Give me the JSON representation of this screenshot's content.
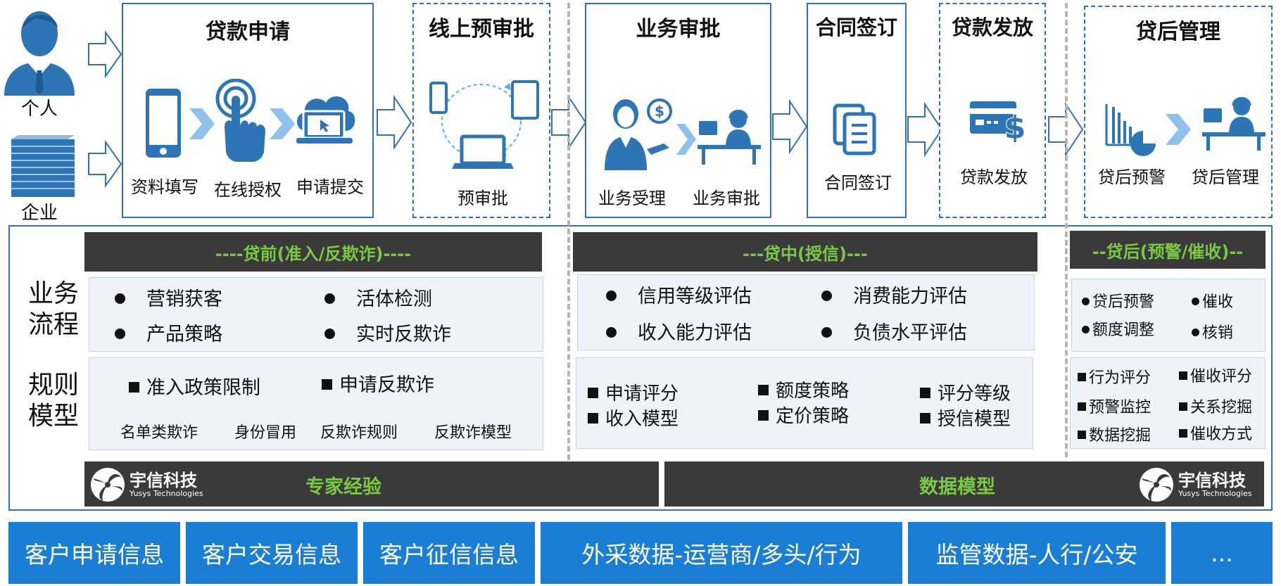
{
  "customers": {
    "individual": "个人",
    "enterprise": "企业"
  },
  "stages": [
    {
      "title": "贷款申请",
      "steps": [
        "资料填写",
        "在线授权",
        "申请提交"
      ]
    },
    {
      "title": "线上预审批",
      "steps": [
        "预审批"
      ]
    },
    {
      "title": "业务审批",
      "steps": [
        "业务受理",
        "业务审批"
      ]
    },
    {
      "title": "合同签订",
      "steps": [
        "合同签订"
      ]
    },
    {
      "title": "贷款发放",
      "steps": [
        "贷款发放"
      ]
    },
    {
      "title": "贷后管理",
      "steps": [
        "贷后预警",
        "贷后管理"
      ]
    }
  ],
  "row_labels": {
    "process": [
      "业务",
      "流程"
    ],
    "rules": [
      "规则",
      "模型"
    ]
  },
  "pre_loan": {
    "header": "----贷前(准入/反欺诈)----",
    "process": [
      "营销获客",
      "活体检测",
      "产品策略",
      "实时反欺诈"
    ],
    "rules_main": [
      "准入政策限制",
      "申请反欺诈"
    ],
    "rules_sub": [
      "名单类欺诈",
      "身份冒用",
      "反欺诈规则",
      "反欺诈模型"
    ]
  },
  "mid_loan": {
    "header": "---贷中(授信)---",
    "process": [
      "信用等级评估",
      "消费能力评估",
      "收入能力评估",
      "负债水平评估"
    ],
    "rules": [
      "申请评分",
      "收入模型",
      "额度策略",
      "定价策略",
      "评分等级",
      "授信模型"
    ]
  },
  "post_loan": {
    "header": "--贷后(预警/催收)--",
    "process": [
      "贷后预警",
      "催收",
      "额度调整",
      "核销"
    ],
    "rules": [
      "行为评分",
      "催收评分",
      "预警监控",
      "关系挖掘",
      "数据挖掘",
      "催收方式"
    ]
  },
  "bottom_bars": {
    "left": "专家经验",
    "right": "数据模型"
  },
  "logo": {
    "name": "宇信科技",
    "en": "Yusys Technologies"
  },
  "data_sources": [
    "客户申请信息",
    "客户交易信息",
    "客户征信信息",
    "外采数据-运营商/多头/行为",
    "监管数据-人行/公安",
    "..."
  ],
  "colors": {
    "blue": "#1a7fd4",
    "border_blue": "#3070b8",
    "icon_blue": "#2e75b6",
    "dark_bar": "#3a3a3a",
    "green_text": "#7ac943",
    "light_box": "#eef3f9"
  }
}
